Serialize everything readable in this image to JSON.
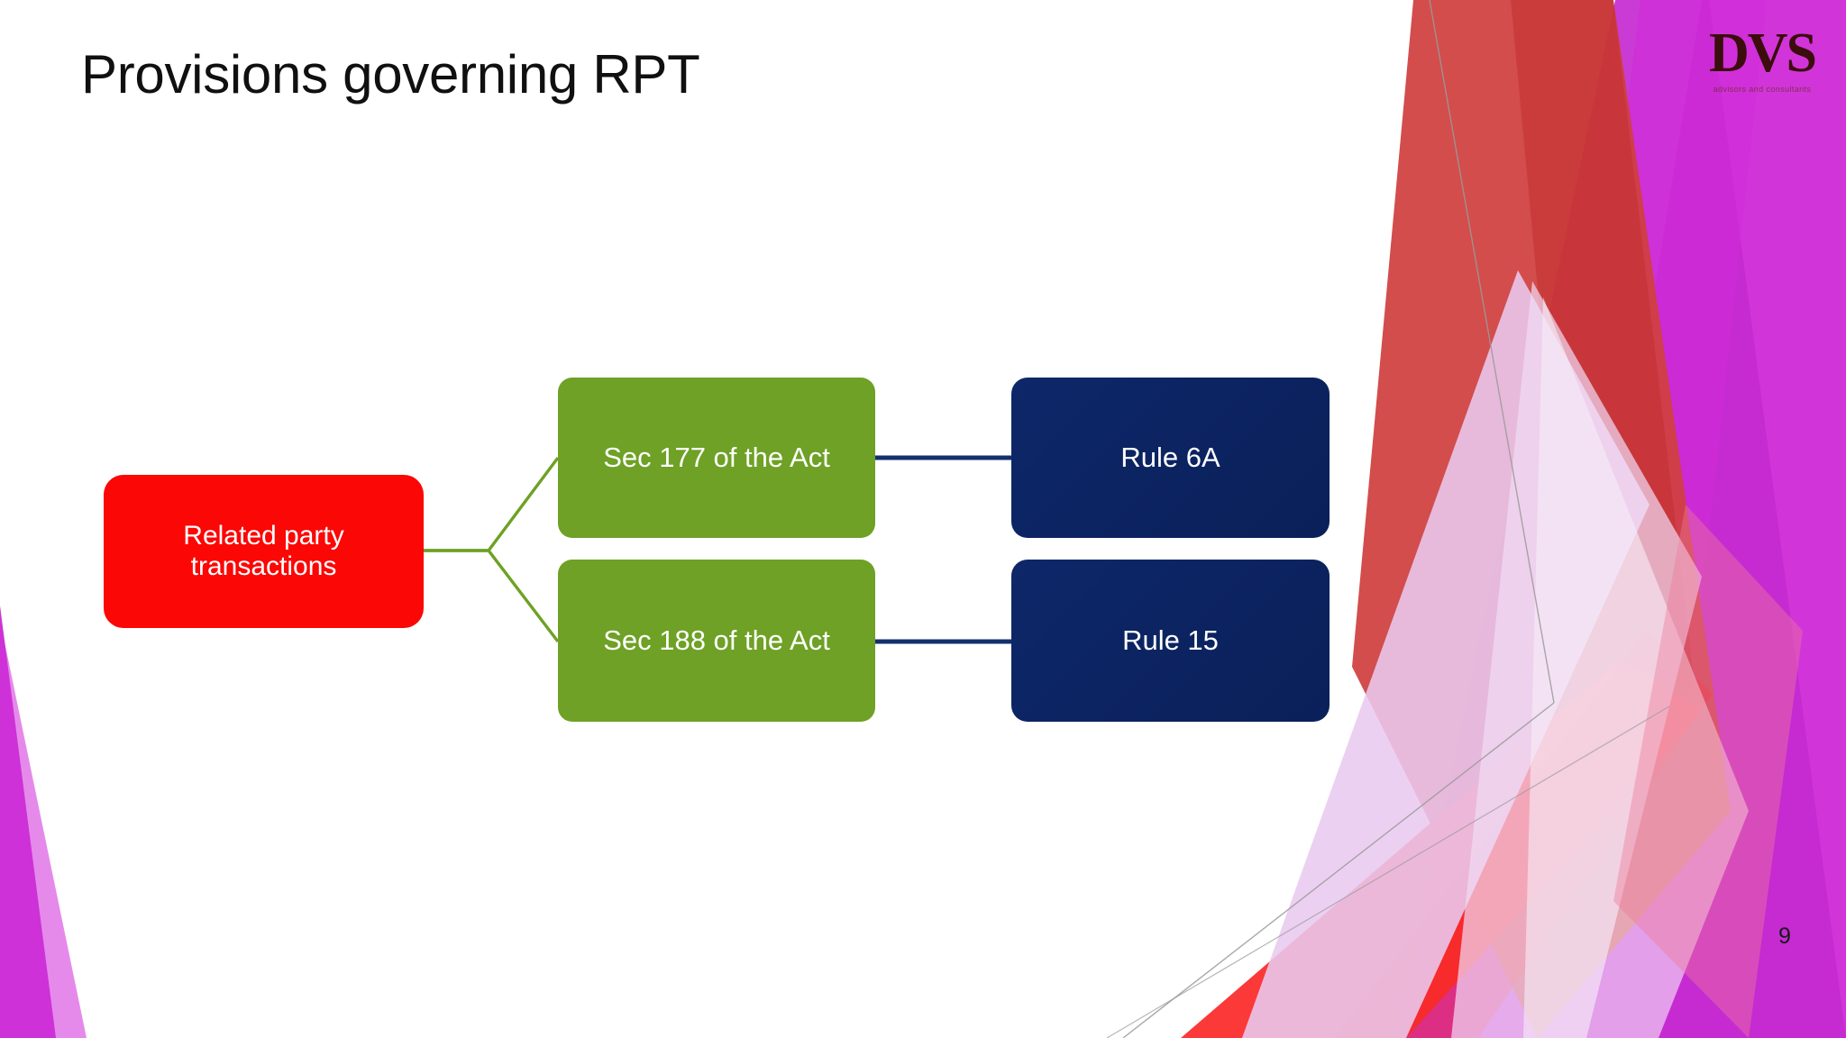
{
  "slide": {
    "title": "Provisions governing RPT",
    "slide_number": "9",
    "background_color": "#ffffff"
  },
  "logo": {
    "wordmark": "DVS",
    "tagline": "advisors and consultants",
    "wordmark_color": "#3b0d0c"
  },
  "diagram": {
    "type": "tree",
    "root": {
      "label": "Related party transactions",
      "fill": "#fb0706",
      "text_color": "#ffffff"
    },
    "branches": [
      {
        "section": {
          "label": "Sec 177 of the Act",
          "fill": "#6ea125",
          "text_color": "#ffffff"
        },
        "rule": {
          "label": "Rule 6A",
          "fill": "#0c2465",
          "text_color": "#ffffff"
        }
      },
      {
        "section": {
          "label": "Sec 188 of the Act",
          "fill": "#6ea125",
          "text_color": "#ffffff"
        },
        "rule": {
          "label": "Rule 15",
          "fill": "#0c2465",
          "text_color": "#ffffff"
        }
      }
    ],
    "connector_colors": {
      "root_to_section": "#6ea125",
      "section_to_rule": "#13306e"
    }
  },
  "decoration": {
    "magenta": "#c42ad0",
    "magenta_bright": "#cf2ad8",
    "crimson": "#cf3f3e",
    "red": "#fb3333",
    "lavender": "#e9c9ef",
    "lavender_pale": "#f3e2f6",
    "hairline": "#9a9a9a"
  }
}
